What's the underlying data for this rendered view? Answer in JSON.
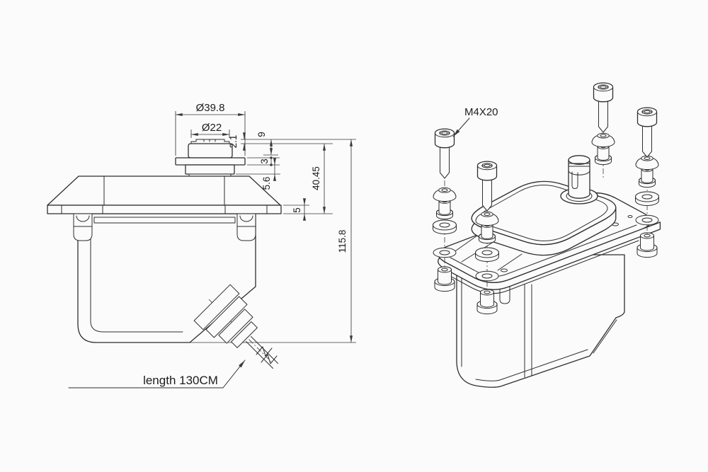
{
  "drawing": {
    "background": "#fbfbfb",
    "line_color": "#2e2e2e",
    "dim_color": "#3a3a3a",
    "dimensions": {
      "cap_outer_dia": "Ø39.8",
      "cap_top_dia": "Ø22",
      "cap_lip_height": "2.1",
      "cap_body_height": "9",
      "base_plate_thickness": "3",
      "neck_height": "5.6",
      "flange_thickness": "5",
      "upper_section_height": "40.45",
      "overall_height": "115.8"
    },
    "labels": {
      "screw_spec": "M4X20",
      "cable_length": "length 130CM"
    }
  }
}
